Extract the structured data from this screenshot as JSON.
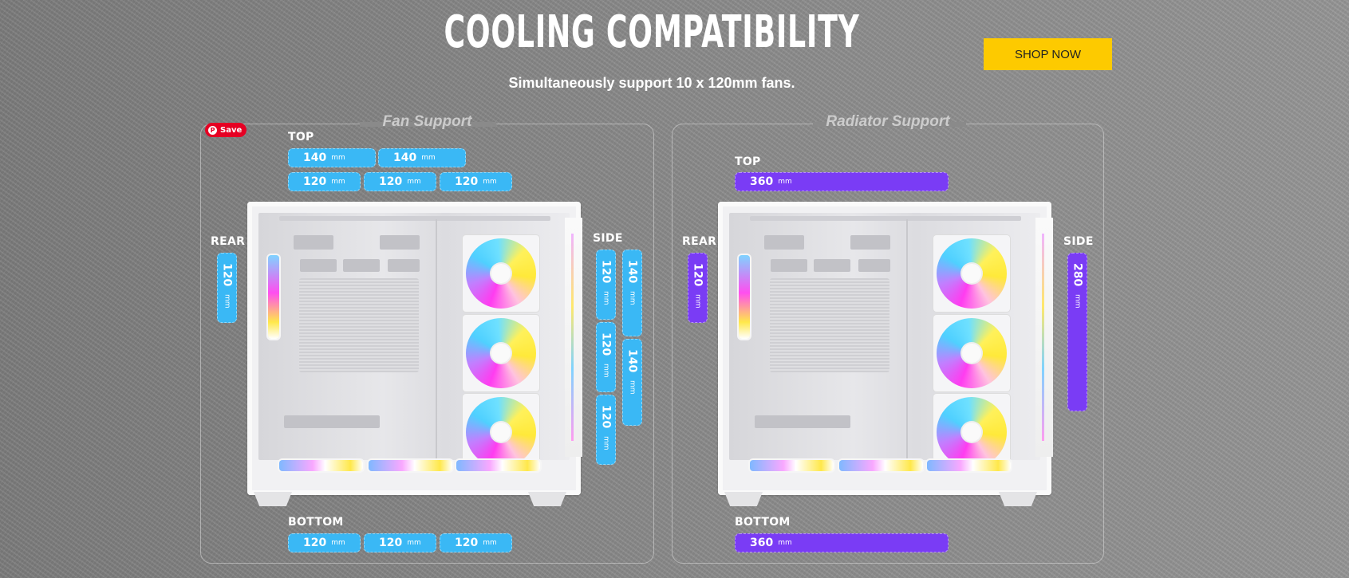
{
  "header": {
    "title": "COOLING COMPATIBILITY",
    "subtitle": "Simultaneously support 10 x 120mm fans.",
    "shop_button": "SHOP NOW"
  },
  "pinterest": {
    "save_label": "Save"
  },
  "colors": {
    "fan_pill": "#3ab8f5",
    "radiator_pill": "#7a3cf5",
    "shop_button": "#fdca00",
    "pinterest": "#e60023"
  },
  "fan_support": {
    "title": "Fan Support",
    "top": {
      "label": "TOP",
      "row1": [
        {
          "value": "140",
          "unit": "mm"
        },
        {
          "value": "140",
          "unit": "mm"
        }
      ],
      "row2": [
        {
          "value": "120",
          "unit": "mm"
        },
        {
          "value": "120",
          "unit": "mm"
        },
        {
          "value": "120",
          "unit": "mm"
        }
      ]
    },
    "rear": {
      "label": "REAR",
      "items": [
        {
          "value": "120",
          "unit": "mm"
        }
      ]
    },
    "side": {
      "label": "SIDE",
      "col1": [
        {
          "value": "120",
          "unit": "mm"
        },
        {
          "value": "120",
          "unit": "mm"
        },
        {
          "value": "120",
          "unit": "mm"
        }
      ],
      "col2": [
        {
          "value": "140",
          "unit": "mm"
        },
        {
          "value": "140",
          "unit": "mm"
        }
      ]
    },
    "bottom": {
      "label": "BOTTOM",
      "items": [
        {
          "value": "120",
          "unit": "mm"
        },
        {
          "value": "120",
          "unit": "mm"
        },
        {
          "value": "120",
          "unit": "mm"
        }
      ]
    }
  },
  "radiator_support": {
    "title": "Radiator Support",
    "top": {
      "label": "TOP",
      "items": [
        {
          "value": "360",
          "unit": "mm"
        }
      ]
    },
    "rear": {
      "label": "REAR",
      "items": [
        {
          "value": "120",
          "unit": "mm"
        }
      ]
    },
    "side": {
      "label": "SIDE",
      "items": [
        {
          "value": "280",
          "unit": "mm"
        }
      ]
    },
    "bottom": {
      "label": "BOTTOM",
      "items": [
        {
          "value": "360",
          "unit": "mm"
        }
      ]
    }
  }
}
